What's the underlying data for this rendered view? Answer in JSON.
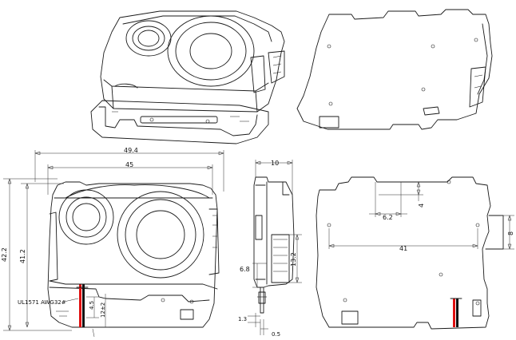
{
  "dims": {
    "w_outer": "49.4",
    "w_inner": "45",
    "h_outer": "42.2",
    "h_inner": "41.2",
    "depth": "10",
    "side_13": "13.2",
    "side_68": "6.8",
    "side_13b": "1.3",
    "side_05": "0.5",
    "back_62": "6.2",
    "back_4": "4",
    "back_41": "41",
    "back_8": "8",
    "cable_spec": "UL1571 AWG32#",
    "cable_4": "4.5",
    "cable_12": "12±2"
  },
  "colors": {
    "line": "#1a1a1a",
    "wire_red": "#e01010",
    "wire_black": "#111111"
  }
}
